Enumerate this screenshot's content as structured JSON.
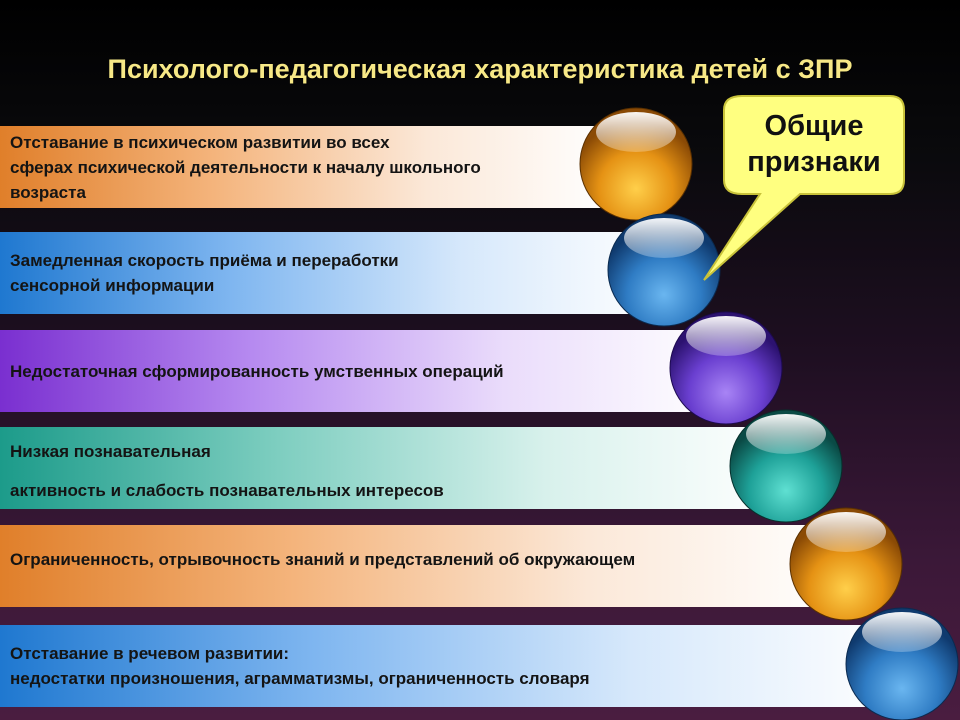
{
  "title": "Психолого-педагогическая характеристика детей с ЗПР",
  "callout": {
    "line1": "Общие",
    "line2": "признаки"
  },
  "items": [
    {
      "color": "#e07f2a",
      "lines": [
        "Отставание в психическом  развитии во всех",
        "сферах психической  деятельности к началу школьного",
        "возраста"
      ]
    },
    {
      "color": "#1f78d0",
      "lines": [
        "Замедленная скорость  приёма и переработки",
        "сенсорной информации"
      ]
    },
    {
      "color": "#7a2fd0",
      "lines": [
        "Недостаточная  сформированность  умственных операций"
      ]
    },
    {
      "color": "#1c9b8a",
      "lines": [
        "Низкая познавательная",
        "активность и слабость познавательных интересов"
      ]
    },
    {
      "color": "#e07f2a",
      "lines": [
        "Ограниченность, отрывочность знаний  и представлений об окружающем"
      ]
    },
    {
      "color": "#1f78d0",
      "lines": [
        "Отставание в речевом развитии:",
        " недостатки произношения, аграмматизмы, ограниченность словаря"
      ]
    }
  ]
}
